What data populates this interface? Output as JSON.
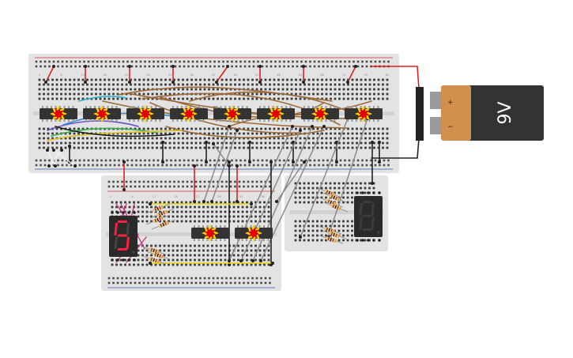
{
  "battery": {
    "label": "9V",
    "body_color": "#333333",
    "cap_color": "#d38f4e",
    "plus_symbol": "+",
    "minus_symbol": "−"
  },
  "displays": [
    {
      "name": "left-seven-segment",
      "digit": "5",
      "lit": true
    },
    {
      "name": "right-seven-segment",
      "digit": "8",
      "lit": false
    }
  ],
  "colors": {
    "breadboard": "#e3e3e3",
    "rail_red": "#d33030",
    "rail_blue": "#3a4fb0",
    "chip": "#333333",
    "burst_outer": "#ffd400",
    "burst_inner": "#e00000",
    "wire_red": "#e02020",
    "wire_gray": "#8a8a8a",
    "wire_brown": "#9c6b3a",
    "wire_black": "#222222",
    "wire_yellow": "#e6d400",
    "wire_pink": "#c8307a",
    "segment_on": "#ff2040",
    "segment_off": "#3c3c3c"
  }
}
